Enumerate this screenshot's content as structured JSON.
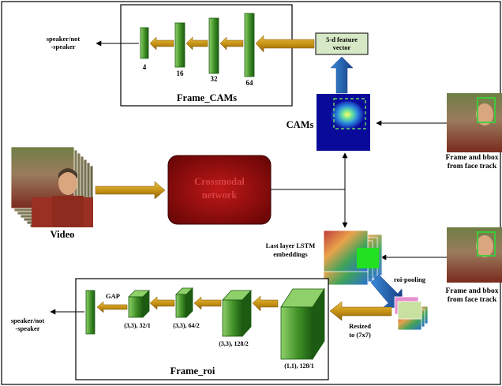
{
  "top_panel": {
    "title": "Frame_CAMs",
    "output_label_line1": "speaker/not",
    "output_label_line2": "-speaker",
    "layer_labels": [
      "4",
      "16",
      "32",
      "64"
    ],
    "feature_label_line1": "5-d feature",
    "feature_label_line2": "vector"
  },
  "cams": {
    "label": "CAMs"
  },
  "face_track": {
    "line1": "Frame and bbox",
    "line2": "from face track"
  },
  "video": {
    "label": "Video"
  },
  "crossmodal": {
    "line1": "Crossmodal",
    "line2": "network"
  },
  "lstm": {
    "line1": "Last layer LSTM",
    "line2": "embeddings"
  },
  "roi_pooling": {
    "label": "roi-pooling"
  },
  "resized": {
    "line1": "Resized",
    "line2": "to (7x7)"
  },
  "bottom_panel": {
    "title": "Frame_roi",
    "output_label_line1": "speaker/not",
    "output_label_line2": "-speaker",
    "gap_label": "GAP",
    "layer_labels": [
      "(3,3), 32/1",
      "(3,3), 64/2",
      "(3,3), 128/2",
      "(1,1), 128/1"
    ]
  },
  "colors": {
    "layer_green_dark": "#1d5a12",
    "layer_green_light": "#8fd06a",
    "arrow_gold": "#b8860b",
    "arrow_gold_light": "#e0b23a",
    "network_red": "#8e0b0b",
    "feature_box": "#d6e8c6",
    "blue_arrow": "#1f5fbf",
    "face_bbox": "#39d039"
  }
}
